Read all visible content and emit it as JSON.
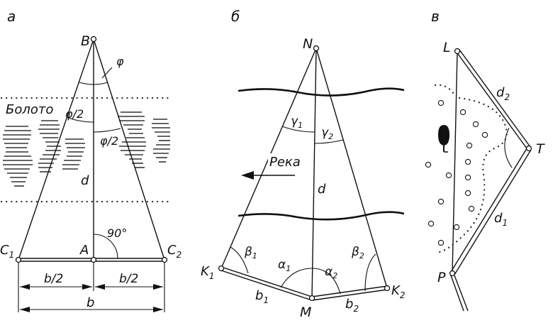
{
  "panels": {
    "a": {
      "letter": "а",
      "points": {
        "B": "B",
        "A": "A",
        "C1": "C",
        "C1_sub": "1",
        "C2": "C",
        "C2_sub": "2"
      },
      "angle_phi": "φ",
      "angle_half_left": "φ/2",
      "angle_half_right": "φ/2",
      "swamp_label": "Болото",
      "distance_d": "d",
      "right_angle": "90°",
      "half_base_left": "b/2",
      "half_base_right": "b/2",
      "base": "b"
    },
    "b": {
      "letter": "б",
      "points": {
        "N": "N",
        "M": "M",
        "K1": "K",
        "K1_sub": "1",
        "K2": "K",
        "K2_sub": "2"
      },
      "gamma1": "γ",
      "gamma1_sub": "1",
      "gamma2": "γ",
      "gamma2_sub": "2",
      "river_label": "Река",
      "distance_d": "d",
      "beta1": "β",
      "beta1_sub": "1",
      "beta2": "β",
      "beta2_sub": "2",
      "alpha1": "α",
      "alpha1_sub": "1",
      "alpha2": "α",
      "alpha2_sub": "2",
      "b1": "b",
      "b1_sub": "1",
      "b2": "b",
      "b2_sub": "2"
    },
    "c": {
      "letter": "в",
      "points": {
        "L": "L",
        "T": "T",
        "P": "P"
      },
      "d1": "d",
      "d1_sub": "1",
      "d2": "d",
      "d2_sub": "2"
    }
  }
}
